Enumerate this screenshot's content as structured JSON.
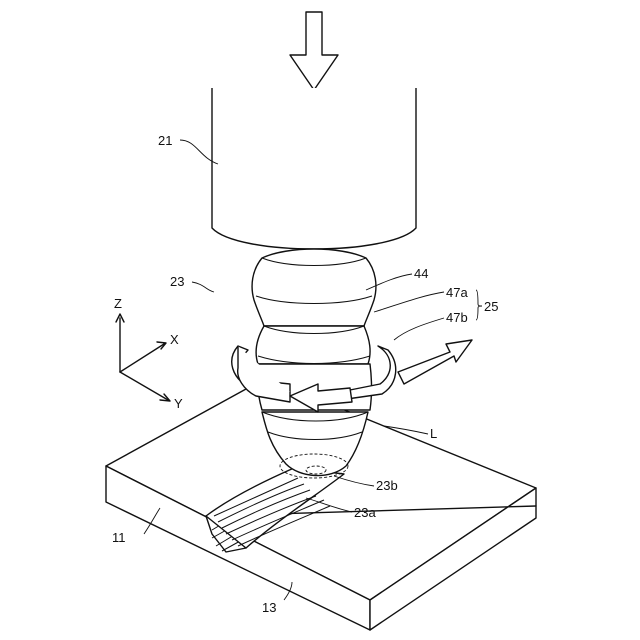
{
  "labels": {
    "tool_holder": "21",
    "tool": "23",
    "tool_body": "44",
    "shoulder_a": "47a",
    "shoulder_b": "47b",
    "shoulder_group": "25",
    "probe_tip": "23b",
    "shoulder_end": "23a",
    "workpiece_upper": "11",
    "workpiece_lower": "13",
    "joint_line": "L"
  },
  "axes": {
    "z": "Z",
    "x": "X",
    "y": "Y"
  }
}
